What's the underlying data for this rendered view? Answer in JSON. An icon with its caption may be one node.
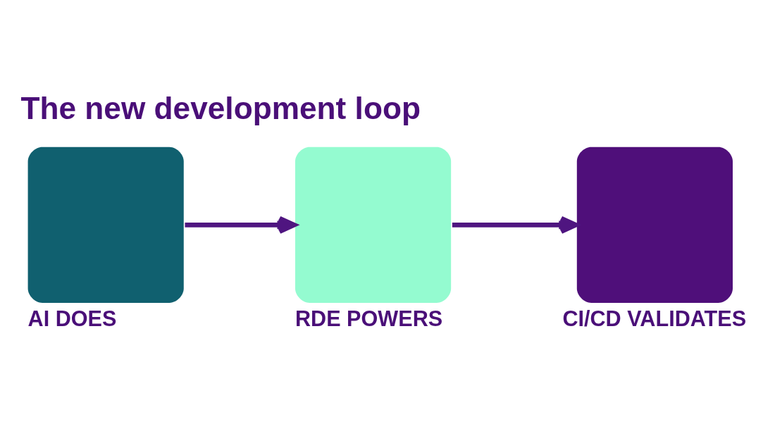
{
  "diagram": {
    "title": "The new development loop",
    "nodes": [
      {
        "text": [
          "AI DOES"
        ]
      },
      {
        "text": [
          "RDE POWERS"
        ]
      },
      {
        "text": [
          "CI/CD VALIDATES"
        ]
      }
    ],
    "edges": [
      {
        "from": 0,
        "to": 1,
        "arrow": "to"
      },
      {
        "from": 1,
        "to": 2,
        "arrow": "to"
      }
    ]
  }
}
